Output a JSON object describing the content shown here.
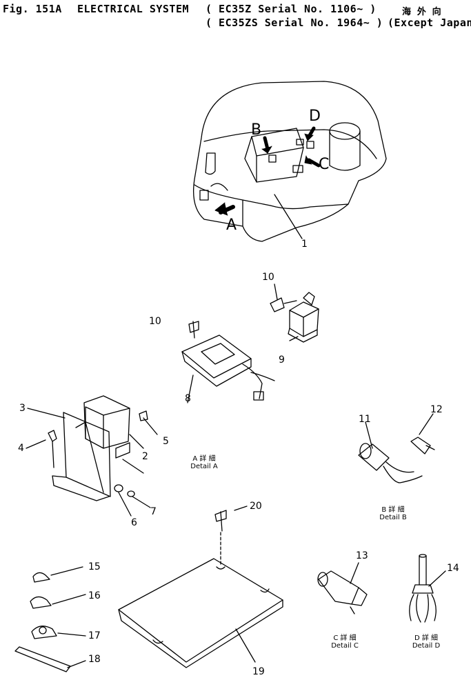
{
  "header": {
    "fig": "Fig. 151A",
    "title": "ELECTRICAL SYSTEM",
    "serial1": "( EC35Z Serial No. 1106~ )",
    "serial2": "( EC35ZS Serial No. 1964~ )",
    "jp": "海 外 向",
    "except": "(Except Japan)"
  },
  "callouts": {
    "p1": "1",
    "p2": "2",
    "p3": "3",
    "p4": "4",
    "p5": "5",
    "p6": "6",
    "p7": "7",
    "p8": "8",
    "p9": "9",
    "p10a": "10",
    "p10b": "10",
    "p11": "11",
    "p12": "12",
    "p13": "13",
    "p14": "14",
    "p15": "15",
    "p16": "16",
    "p17": "17",
    "p18": "18",
    "p19": "19",
    "p20": "20"
  },
  "letters": {
    "A": "A",
    "B": "B",
    "C": "C",
    "D": "D"
  },
  "details": {
    "a_jp": "A 詳 細",
    "a": "Detail A",
    "b_jp": "B 詳 細",
    "b": "Detail B",
    "c_jp": "C 詳 細",
    "c": "Detail C",
    "d_jp": "D 詳 細",
    "d": "Detail D"
  }
}
